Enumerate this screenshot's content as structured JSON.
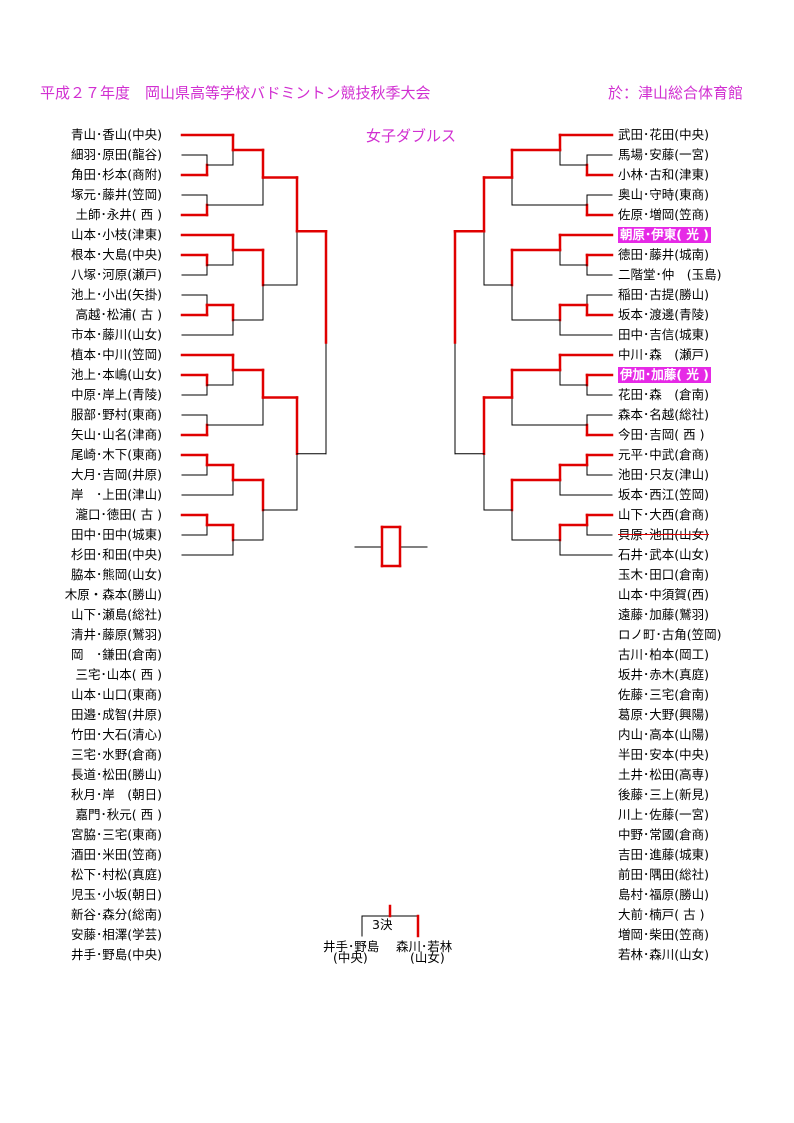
{
  "header": {
    "title": "平成２７年度　岡山県高等学校バドミントン競技秋季大会",
    "venue": "於：津山総合体育館"
  },
  "event": "女子ダブルス",
  "third_place": {
    "label": "3決",
    "left_team": "井手･野島",
    "left_school": "(中央)",
    "right_team": "森川･若林",
    "right_school": "(山女)"
  },
  "left_entries": [
    "青山･香山(中央)",
    "細羽･原田(龍谷)",
    "角田･杉本(商附)",
    "塚元･藤井(笠岡)",
    "土師･永井(  西  )",
    "山本･小枝(津東)",
    "根本･大島(中央)",
    "八塚･河原(瀬戸)",
    "池上･小出(矢掛)",
    "高越･松浦(  古  )",
    "市本･藤川(山女)",
    "植本･中川(笠岡)",
    "池上･本嶋(山女)",
    "中原･岸上(青陵)",
    "服部･野村(東商)",
    "矢山･山名(津商)",
    "尾崎･木下(東商)",
    "大月･吉岡(井原)",
    "岸　･上田(津山)",
    "瀧口･徳田(  古  )",
    "田中･田中(城東)",
    "杉田･和田(中央)",
    "脇本･熊岡(山女)",
    "木原・森本(勝山)",
    "山下･瀬島(総社)",
    "清井･藤原(鷲羽)",
    "岡　･鎌田(倉南)",
    "三宅･山本(  西  )",
    "山本･山口(東商)",
    "田邉･成智(井原)",
    "竹田･大石(清心)",
    "三宅･水野(倉商)",
    "長道･松田(勝山)",
    "秋月･岸　(朝日)",
    "嘉門･秋元(  西  )",
    "宮脇･三宅(東商)",
    "酒田･米田(笠商)",
    "松下･村松(真庭)",
    "児玉･小坂(朝日)",
    "新谷･森分(総南)",
    "安藤･相澤(学芸)",
    "井手･野島(中央)"
  ],
  "right_entries": [
    "武田･花田(中央)",
    "馬場･安藤(一宮)",
    "小林･古和(津東)",
    "奥山･守時(東商)",
    "佐原･増岡(笠商)",
    "朝原･伊東(  光  )",
    "徳田･藤井(城南)",
    "二階堂･仲　(玉島)",
    "稲田･古提(勝山)",
    "坂本･渡邊(青陵)",
    "田中･吉信(城東)",
    "中川･森　(瀬戸)",
    "伊加･加藤(  光  )",
    "花田･森　(倉南)",
    "森本･名越(総社)",
    "今田･吉岡(  西  )",
    "元平･中武(倉商)",
    "池田･只友(津山)",
    "坂本･西江(笠岡)",
    "山下･大西(倉商)",
    "貝原･池田(山女)",
    "石井･武本(山女)",
    "玉木･田口(倉南)",
    "山本･中須賀(西)",
    "遠藤･加藤(鷲羽)",
    "ロノ町･古角(笠岡)",
    "古川･柏本(岡工)",
    "坂井･赤木(真庭)",
    "佐藤･三宅(倉南)",
    "葛原･大野(興陽)",
    "内山･高本(山陽)",
    "半田･安本(中央)",
    "土井･松田(高専)",
    "後藤･三上(新見)",
    "川上･佐藤(一宮)",
    "中野･常國(倉商)",
    "吉田･進藤(城東)",
    "前田･隅田(総社)",
    "島村･福原(勝山)",
    "大前･楠戸(  古  )",
    "増岡･柴田(笠商)",
    "若林･森川(山女)"
  ],
  "highlight_color": "#e629e6",
  "line_colors": {
    "win": "#e00000",
    "lose": "#000000"
  }
}
